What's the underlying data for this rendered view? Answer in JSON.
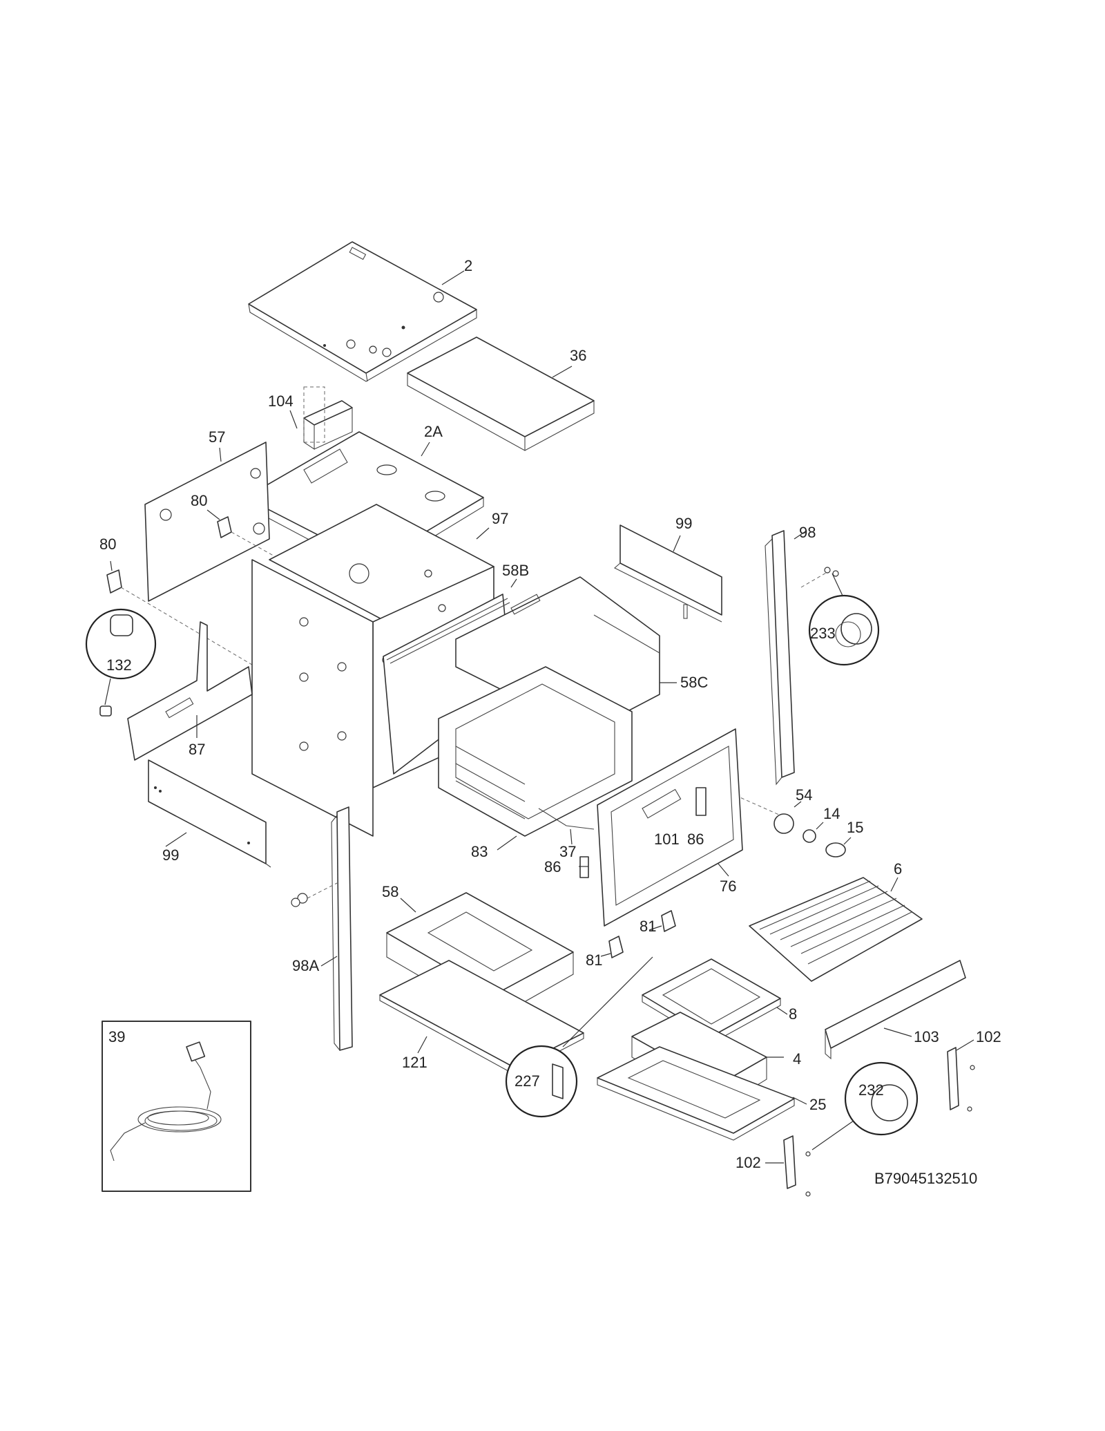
{
  "diagram": {
    "reference_code": "B79045132510",
    "parts": {
      "p2": "2",
      "p36": "36",
      "p104": "104",
      "p2A": "2A",
      "p57": "57",
      "p80a": "80",
      "p80b": "80",
      "p97": "97",
      "p99a": "99",
      "p98": "98",
      "p58B": "58B",
      "p233": "233",
      "p132": "132",
      "p58C": "58C",
      "p87": "87",
      "p54": "54",
      "p14": "14",
      "p15": "15",
      "p99b": "99",
      "p83": "83",
      "p37": "37",
      "p101": "101",
      "p86a": "86",
      "p86b": "86",
      "p76": "76",
      "p6": "6",
      "p58": "58",
      "p81a": "81",
      "p81b": "81",
      "p98A": "98A",
      "p8": "8",
      "p121": "121",
      "p4": "4",
      "p103": "103",
      "p102a": "102",
      "p39": "39",
      "p227": "227",
      "p232": "232",
      "p25": "25",
      "p102b": "102"
    }
  }
}
